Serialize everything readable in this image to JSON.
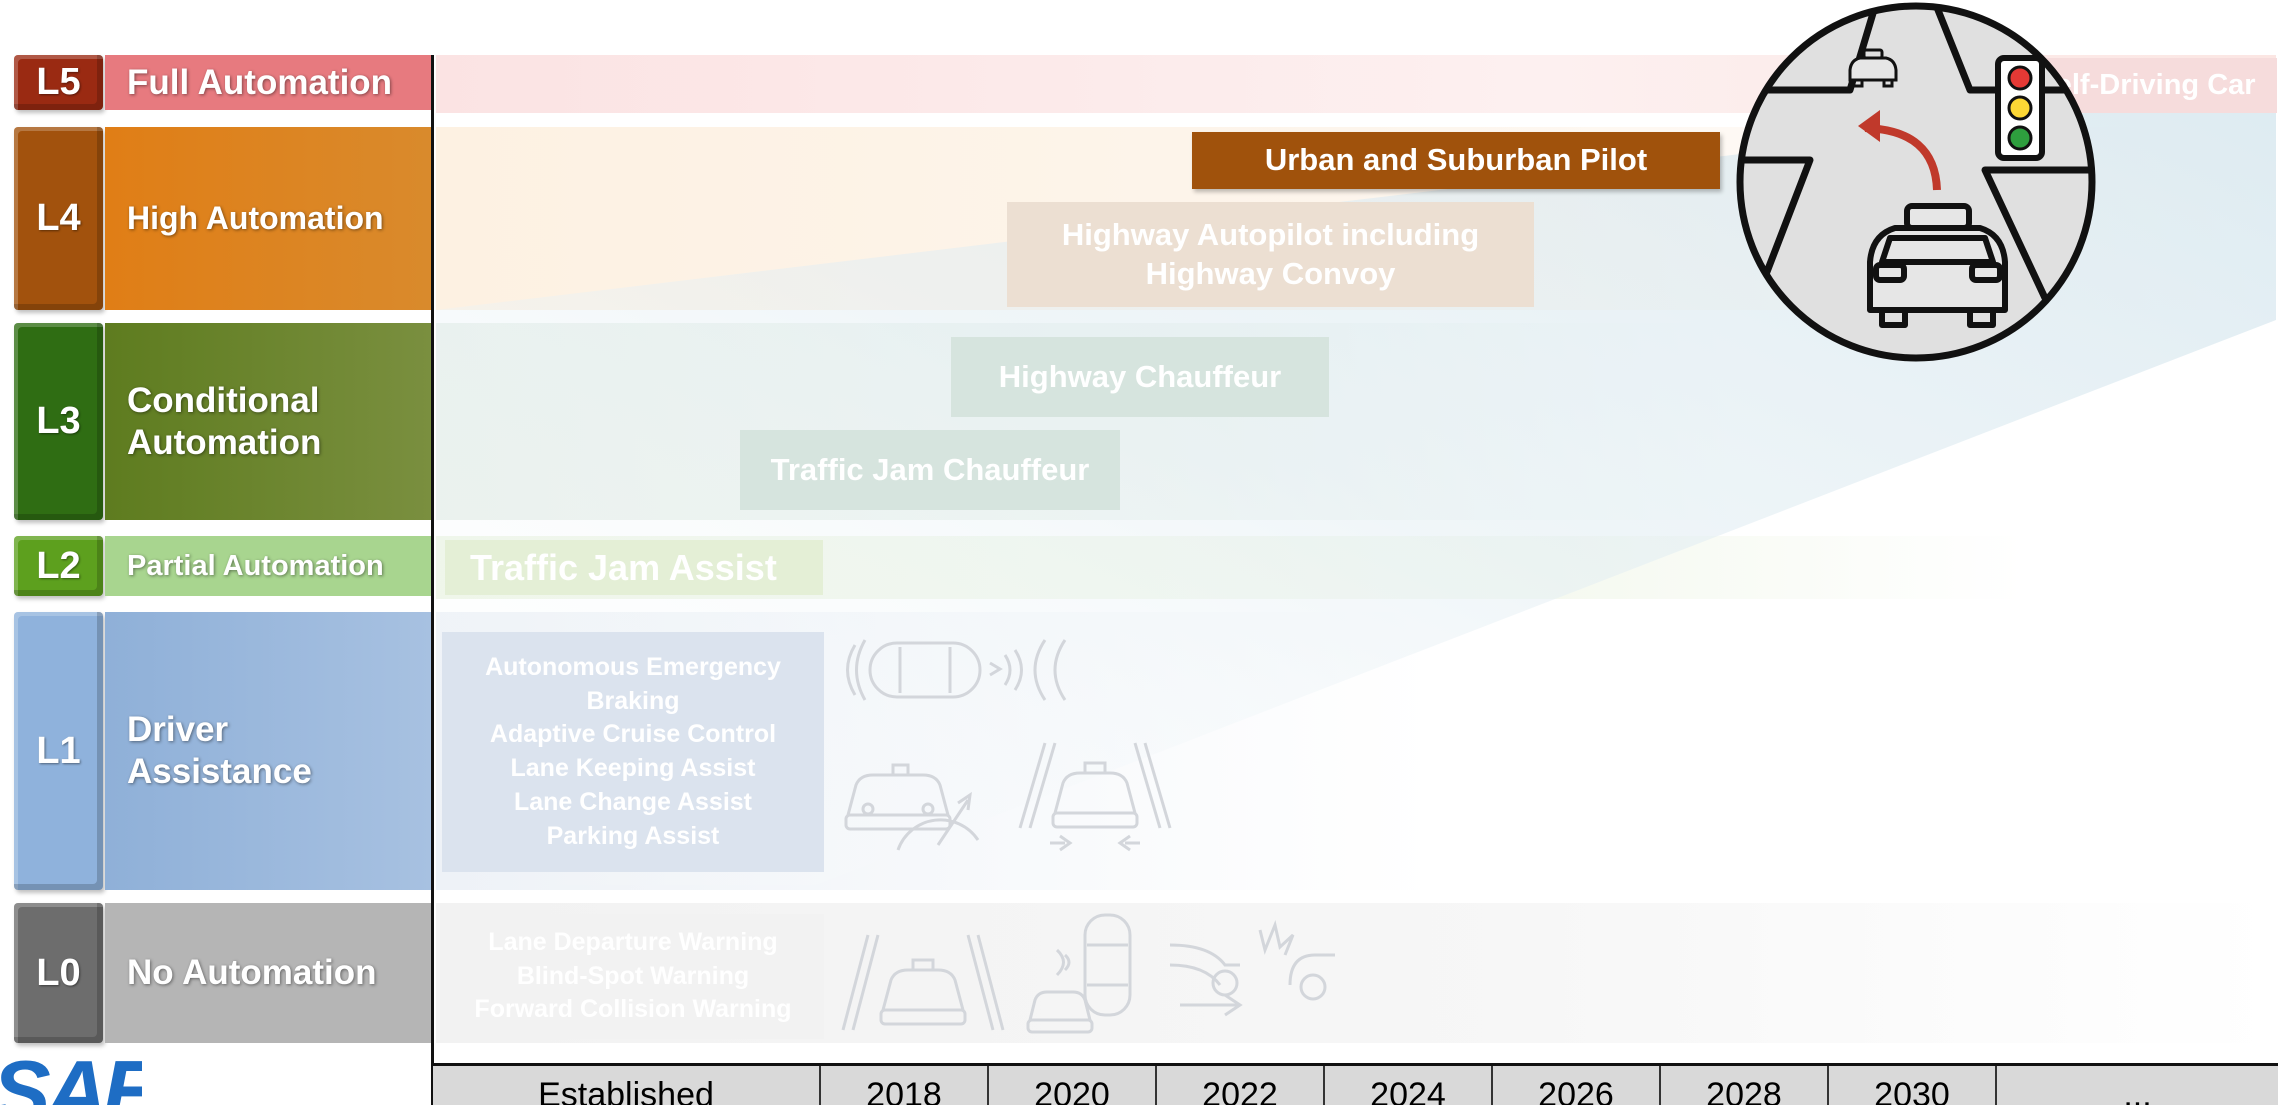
{
  "levels": [
    {
      "code": "L5",
      "name": "Full Automation",
      "code_color": "#9a2a12",
      "name_color": "#e77a7f"
    },
    {
      "code": "L4",
      "name": "High Automation",
      "code_color": "#a2520d",
      "name_color": "#d9861f"
    },
    {
      "code": "L3",
      "name_line1": "Conditional",
      "name_line2": "Automation",
      "code_color": "#2f6d13",
      "name_color": "#6f8a2f"
    },
    {
      "code": "L2",
      "name": "Partial Automation",
      "code_color": "#5da01e",
      "name_color": "#a8d58f"
    },
    {
      "code": "L1",
      "name_line1": "Driver",
      "name_line2": "Assistance",
      "code_color": "#8fb2dc",
      "name_color": "#9ebbdf"
    },
    {
      "code": "L0",
      "name": "No Automation",
      "code_color": "#6d6d6d",
      "name_color": "#b5b5b5"
    }
  ],
  "features": {
    "self_driving_car": "Self-Driving Car",
    "urban_pilot": "Urban and Suburban Pilot",
    "highway_autopilot_line1": "Highway Autopilot including",
    "highway_autopilot_line2": "Highway Convoy",
    "highway_chauffeur": "Highway Chauffeur",
    "traffic_jam_chauffeur": "Traffic Jam Chauffeur",
    "traffic_jam_assist": "Traffic Jam Assist",
    "l1_features": [
      "Autonomous Emergency",
      "Braking",
      "Adaptive Cruise Control",
      "Lane Keeping Assist",
      "Lane Change Assist",
      "Parking Assist"
    ],
    "l0_features": [
      "Lane Departure Warning",
      "Blind-Spot Warning",
      "Forward Collision Warning"
    ]
  },
  "timeline": [
    "Established",
    "2018",
    "2020",
    "2022",
    "2024",
    "2026",
    "2028",
    "2030",
    "..."
  ],
  "logo": "SAE",
  "icons": [
    "self-driving-car-badge-icon",
    "traffic-light-icon",
    "aeb-car-icon",
    "acc-car-icon",
    "lane-keeping-car-icon",
    "lane-departure-car-icon",
    "blind-spot-car-icon",
    "collision-warning-car-icon"
  ],
  "colors": {
    "urban_pilot": "#a0520c",
    "highway_autopilot": "#ecdfd2",
    "highway_chauffeur": "#d6e4de",
    "traffic_jam_chauffeur": "#d6e4de",
    "traffic_jam_assist": "#e4efd6",
    "l1_box": "#dbe3ee",
    "l0_box": "#f2f2f2",
    "timeline_bg": "#d9d9d9",
    "sae_blue": "#1e6dc4"
  }
}
